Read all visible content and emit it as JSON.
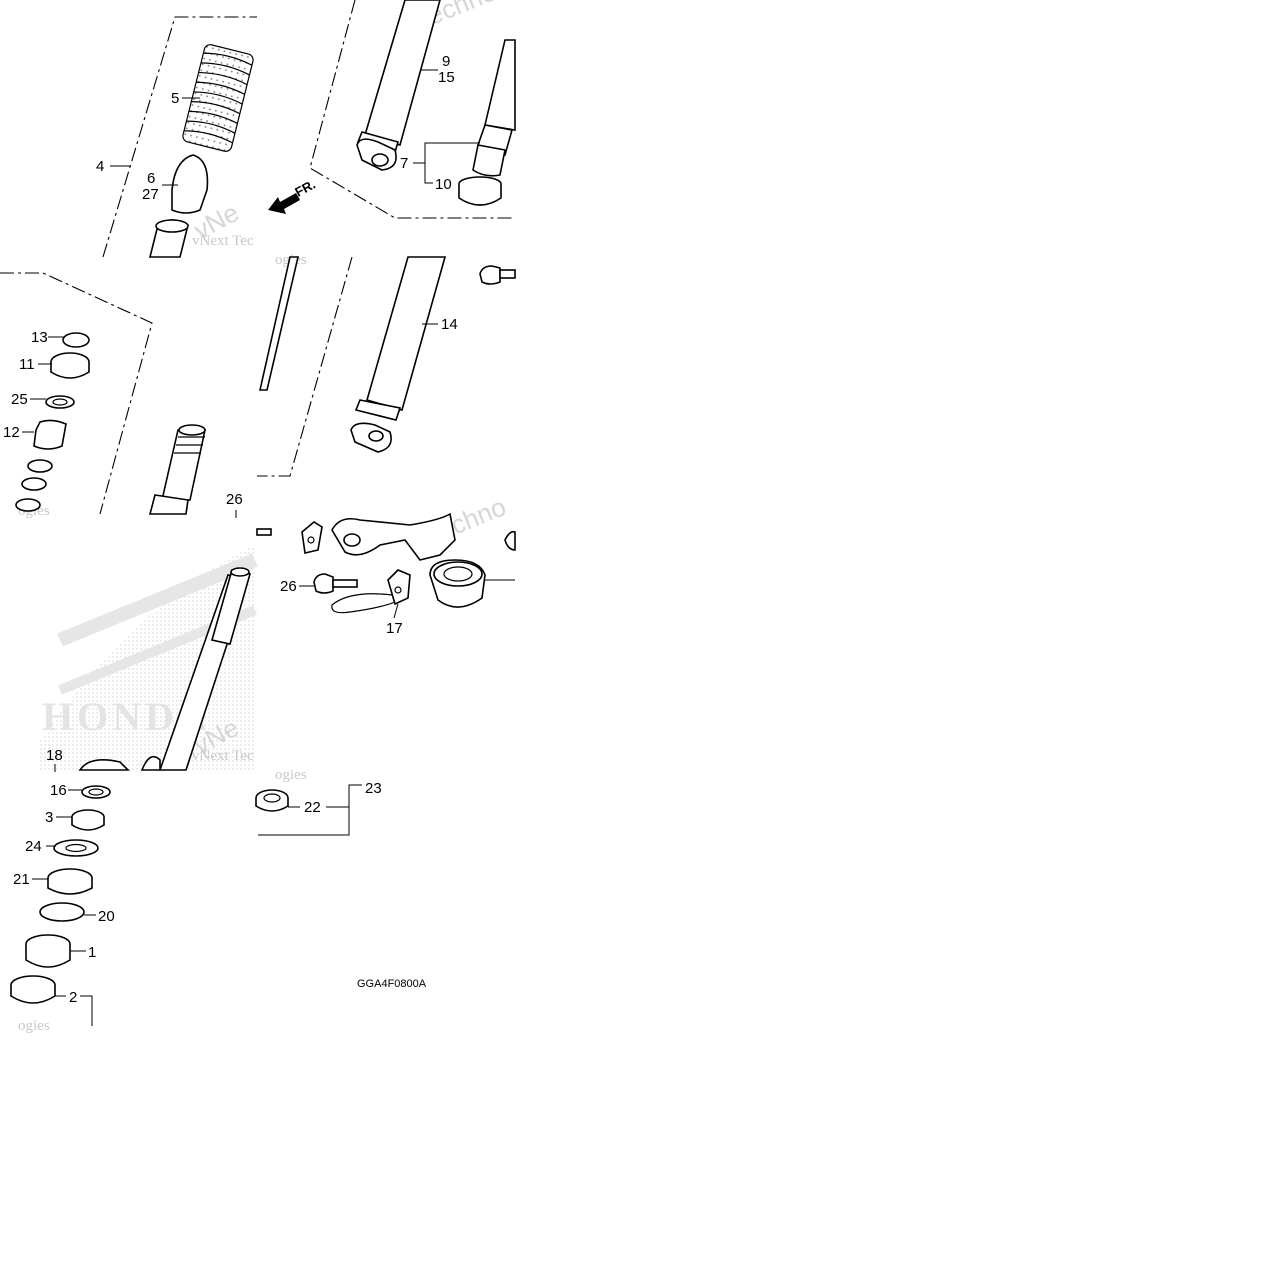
{
  "callouts": {
    "c1": "1",
    "c2": "2",
    "c3": "3",
    "c4": "4",
    "c5": "5",
    "c6": "6",
    "c7": "7",
    "c9": "9",
    "c10": "10",
    "c11": "11",
    "c12": "12",
    "c13": "13",
    "c14": "14",
    "c15": "15",
    "c16": "16",
    "c17": "17",
    "c18": "18",
    "c20": "20",
    "c21": "21",
    "c22": "22",
    "c23": "23",
    "c24": "24",
    "c25": "25",
    "c26a": "26",
    "c26b": "26",
    "c27": "27"
  },
  "direction_label": "FR.",
  "diagram_code": "GGA4F0800A",
  "watermark": {
    "text_a": "vNext Tec",
    "text_b": "ogies",
    "text_c": "Techno",
    "text_d": "vNe",
    "brand": "HONDA"
  },
  "colors": {
    "line": "#000000",
    "watermark": "#c8c8c8",
    "background": "#ffffff"
  }
}
